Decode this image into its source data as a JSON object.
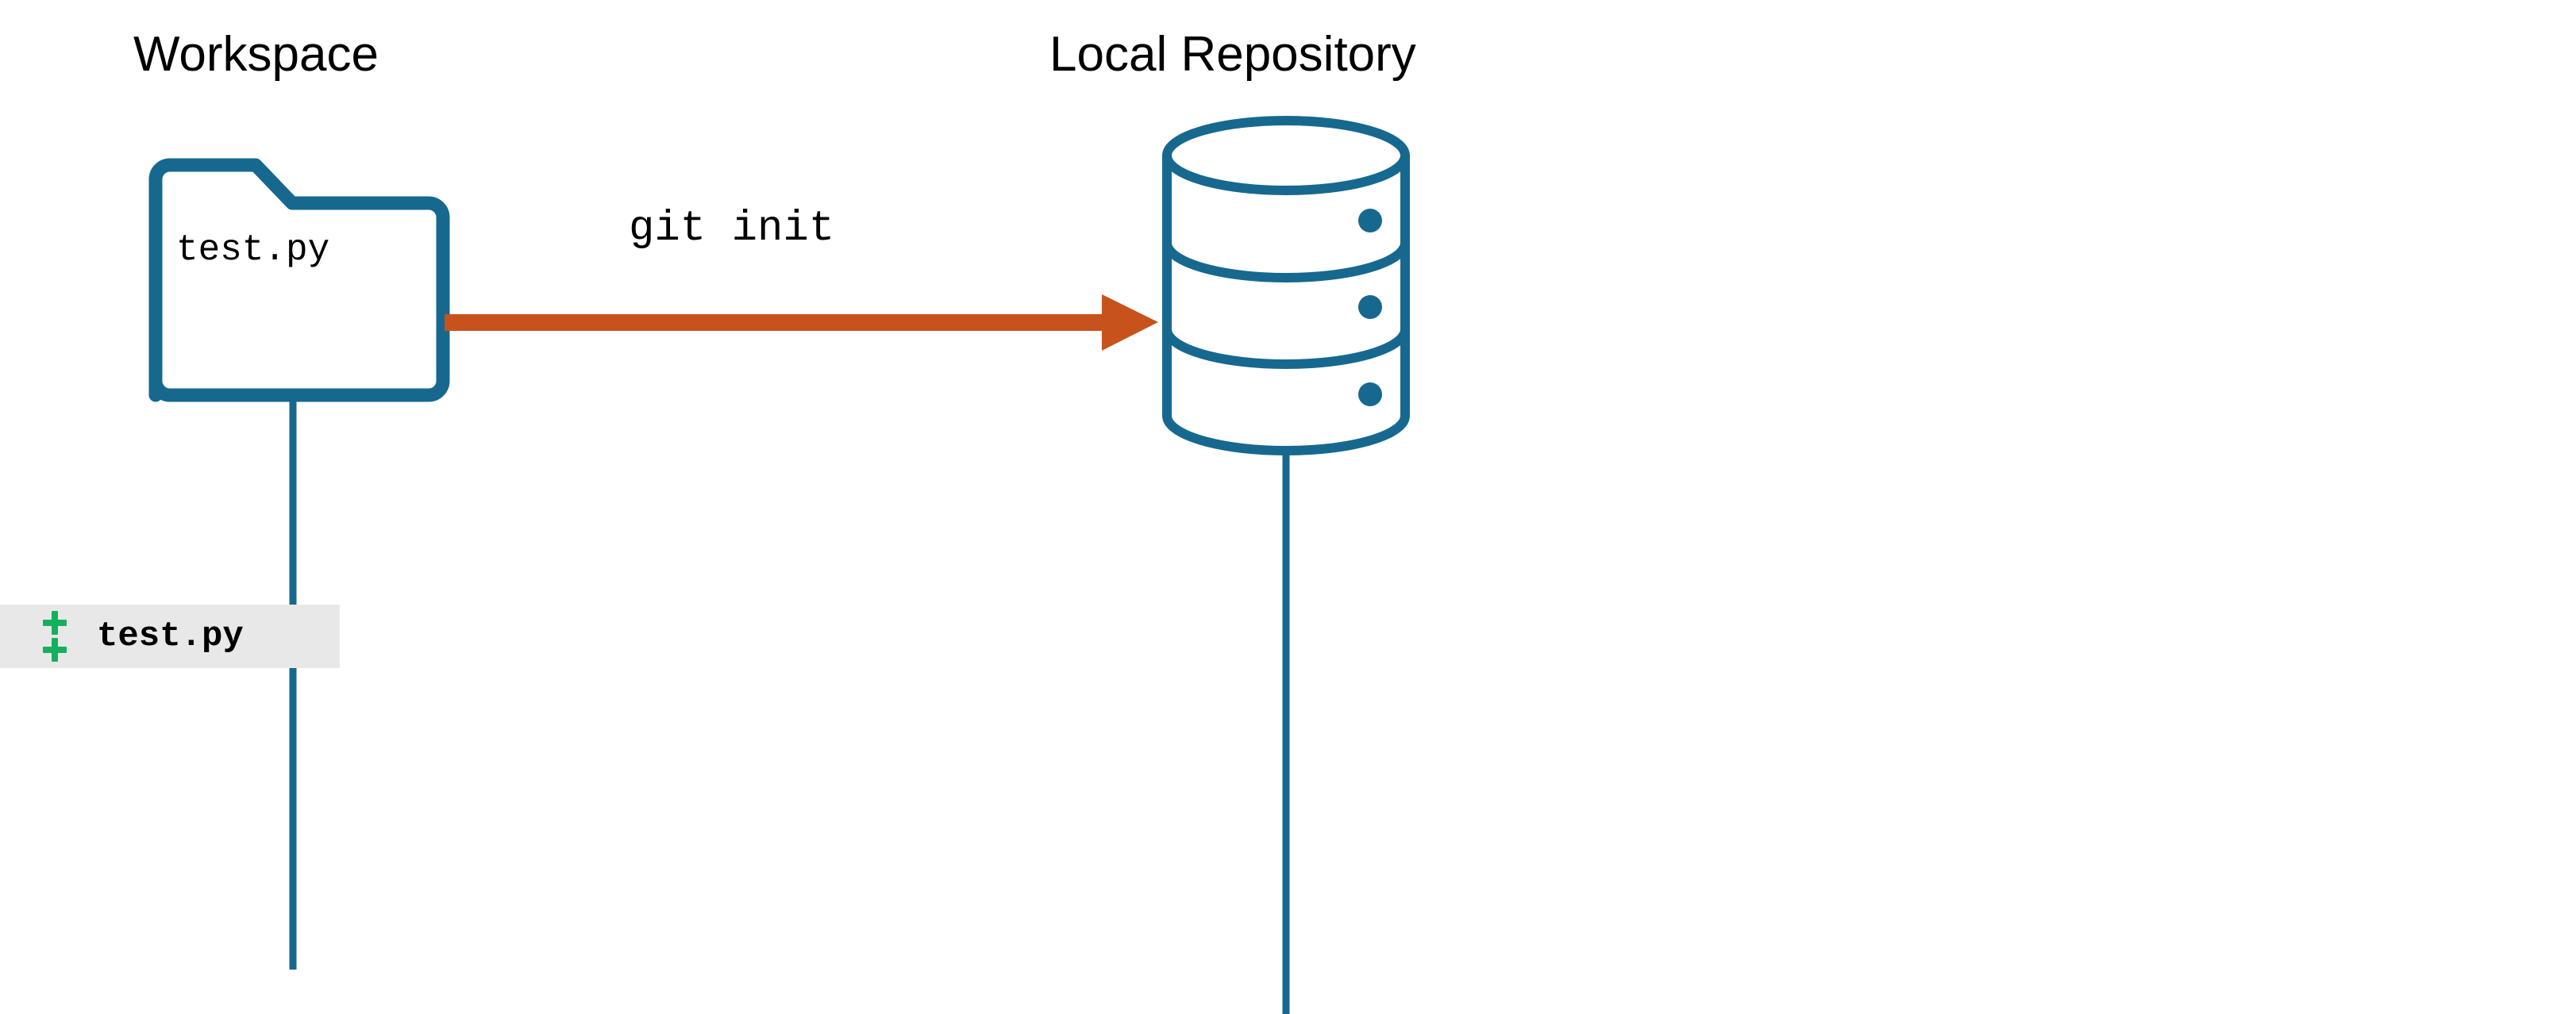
{
  "diagram": {
    "type": "git-workflow-diagram",
    "background_color": "#ffffff",
    "accent_blue": "#17688f",
    "accent_orange": "#c8521c",
    "accent_green": "#15b05d",
    "badge_background": "#e8e8e8"
  },
  "workspace": {
    "title": "Workspace",
    "folder": {
      "file_label": "test.py",
      "icon_name": "folder-icon",
      "stroke_color": "#17688f"
    },
    "lifeline_color": "#17688f"
  },
  "local_repository": {
    "title": "Local Repository",
    "database": {
      "icon_name": "database-cylinder-icon",
      "tiers": 3,
      "stroke_color": "#17688f",
      "dot_color": "#17688f"
    },
    "lifeline_color": "#17688f"
  },
  "transition": {
    "command": "git init",
    "arrow_color": "#c8521c",
    "direction": "workspace-to-local-repository"
  },
  "change_badge": {
    "status_symbols": [
      "+",
      "+"
    ],
    "file": "test.py",
    "status_color": "#15b05d",
    "background": "#e8e8e8"
  }
}
